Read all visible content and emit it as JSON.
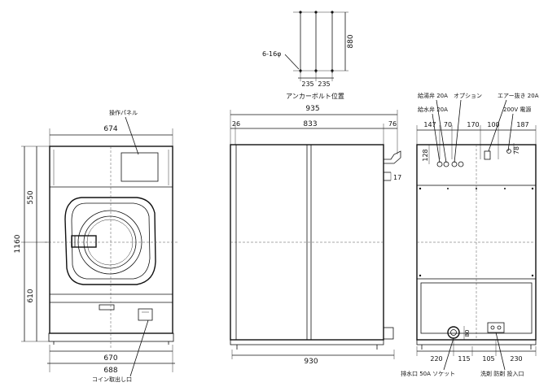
{
  "anchor": {
    "bolt": "6-16φ",
    "height": "880",
    "spacing_left": "235",
    "spacing_right": "235",
    "title": "アンカーボルト位置"
  },
  "front": {
    "panel_label": "操作パネル",
    "top_width": "674",
    "height_total": "1160",
    "height_upper": "550",
    "height_lower": "610",
    "base_width": "670",
    "overall_width": "688",
    "coin_label": "コイン取出し口"
  },
  "side": {
    "depth_overall": "935",
    "depth_main": "833",
    "front_offset": "26",
    "rear_offset": "76",
    "pipe_height": "17",
    "bottom_depth": "930"
  },
  "rear": {
    "hot_valve": "給湯弁 20A",
    "option": "オプション",
    "air_vent": "エアー抜き 20A",
    "cold_valve": "給水弁 20A",
    "power": "200V 電源",
    "top_dims": [
      "147",
      "70",
      "170",
      "100",
      "187"
    ],
    "side_dim_a": "128",
    "side_dim_b": "78",
    "bottom_dims": [
      "220",
      "115",
      "105",
      "230"
    ],
    "drain_dim": "80",
    "drain_label": "排水口 50A ソケット",
    "detergent_label": "洗剤 防剤 投入口"
  }
}
